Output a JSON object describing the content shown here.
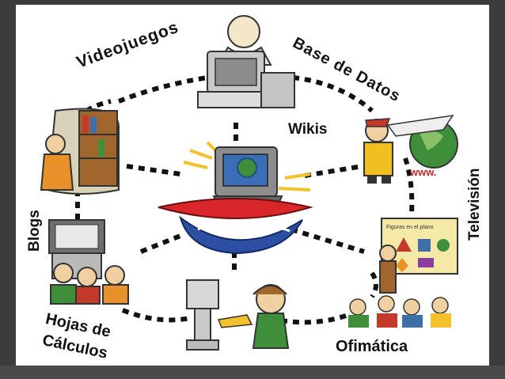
{
  "labels": {
    "videojuegos": "Videojuegos",
    "base_de_datos": "Base de Datos",
    "wikis": "Wikis",
    "blogs": "Blogs",
    "television": "Televisión",
    "hojas_de_line1": "Hojas de",
    "hojas_de_line2": "Cálculos",
    "ofimatica": "Ofimática",
    "www_sign": "www.",
    "board_title": "Figuras en el plano"
  },
  "colors": {
    "frame": "#3c3c3c",
    "panel": "#ffffff",
    "dots": "#111111",
    "saucer_red": "#d8262a",
    "waves_blue": "#2d4fa3",
    "monitor_gray": "#8c8c8c",
    "globe_green": "#3f8f3a"
  }
}
